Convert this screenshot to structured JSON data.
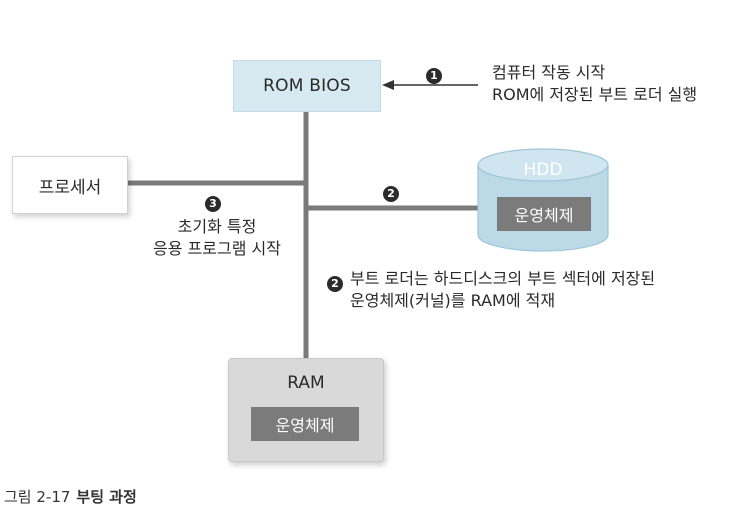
{
  "nodes": {
    "rom_bios": "ROM BIOS",
    "processor": "프로세서",
    "hdd": "HDD",
    "hdd_content": "운영체제",
    "ram": "RAM",
    "ram_content": "운영체제"
  },
  "steps": {
    "step1": {
      "marker": "1",
      "line1": "컴퓨터 작동 시작",
      "line2": "ROM에 저장된 부트 로더 실행"
    },
    "step2": {
      "marker": "2"
    },
    "step2_note": {
      "marker": "2",
      "line1": "부트 로더는 하드디스크의 부트 섹터에 저장된",
      "line2": "운영체제(커널)를 RAM에 적재"
    },
    "step3": {
      "marker": "3",
      "line1": "초기화 특정",
      "line2": "응용 프로그램 시작"
    }
  },
  "caption": {
    "label": "그림 2-17",
    "title": "부팅 과정"
  },
  "colors": {
    "connector": "#7a7a7a",
    "rom_fill": "#d7e9f1",
    "hdd_fill": "#bcd9e8",
    "inner_fill": "#7b7b7b",
    "ram_fill": "#d9d9d9"
  }
}
